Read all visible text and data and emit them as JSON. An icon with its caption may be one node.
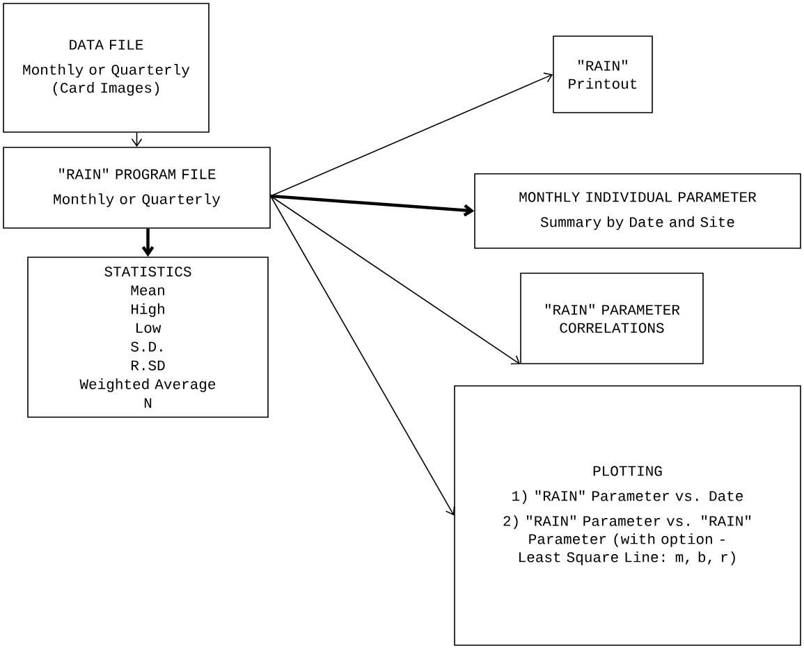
{
  "diagram": {
    "nodes": [
      {
        "text": [
          "DATA FILE",
          "Monthly or Quarterly (Card Images)"
        ]
      },
      {
        "text": [
          "\"RAIN\" PROGRAM FILE",
          "Monthly or Quarterly"
        ]
      },
      {
        "text": [
          "STATISTICS",
          "Mean",
          "High",
          "Low",
          "S.D.",
          "R.SD",
          "Weighted Average",
          "N"
        ]
      },
      {
        "text": [
          "\"RAIN\" Printout"
        ]
      },
      {
        "text": [
          "MONTHLY INDIVIDUAL PARAMETER",
          "Summary by Date and Site"
        ]
      },
      {
        "text": [
          "\"RAIN\" PARAMETER CORRELATIONS"
        ]
      },
      {
        "text": [
          "PLOTTING",
          "1) \"RAIN\" Parameter vs. Date",
          "2) \"RAIN\" Parameter vs. \"RAIN\" Parameter (with option - Least Square Line: m, b, r)"
        ]
      }
    ],
    "edges": [
      {
        "from": 0,
        "to": 1,
        "arrow": "to"
      },
      {
        "from": 1,
        "to": 2,
        "arrow": "to",
        "style": "thick"
      },
      {
        "from": 1,
        "to": 3,
        "arrow": "to"
      },
      {
        "from": 1,
        "to": 4,
        "arrow": "to",
        "style": "thick"
      },
      {
        "from": 1,
        "to": 5,
        "arrow": "to"
      },
      {
        "from": 1,
        "to": 6,
        "arrow": "to"
      }
    ]
  }
}
